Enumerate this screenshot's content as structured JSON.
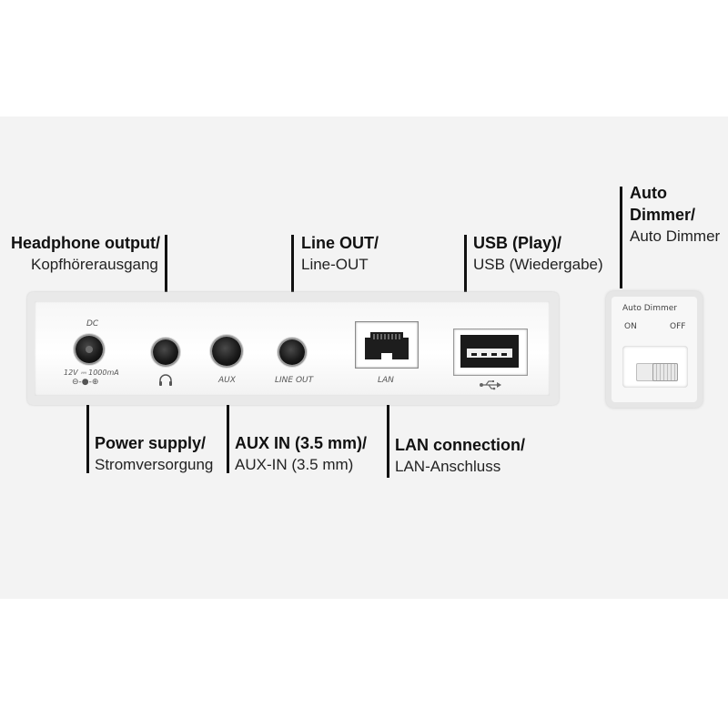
{
  "callouts": {
    "headphone": {
      "en": "Headphone output/",
      "de": "Kopfhörerausgang"
    },
    "line_out": {
      "en": "Line OUT/",
      "de": "Line-OUT"
    },
    "usb": {
      "en": "USB (Play)/",
      "de": "USB (Wiedergabe)"
    },
    "auto_dimmer": {
      "en_line1": "Auto",
      "en_line2": "Dimmer/",
      "de": "Auto Dimmer"
    },
    "power": {
      "en": "Power supply/",
      "de": "Stromversorgung"
    },
    "aux": {
      "en": "AUX IN (3.5 mm)/",
      "de": "AUX-IN (3.5 mm)"
    },
    "lan": {
      "en": "LAN connection/",
      "de": "LAN-Anschluss"
    }
  },
  "panel": {
    "dc_label": "DC",
    "dc_rating": "12V ⎓ 1000mA",
    "polarity": "⊖-●-⊕",
    "aux_label": "AUX",
    "line_out_label": "LINE OUT",
    "lan_label": "LAN"
  },
  "dimmer": {
    "title": "Auto Dimmer",
    "on_label": "ON",
    "off_label": "OFF"
  }
}
